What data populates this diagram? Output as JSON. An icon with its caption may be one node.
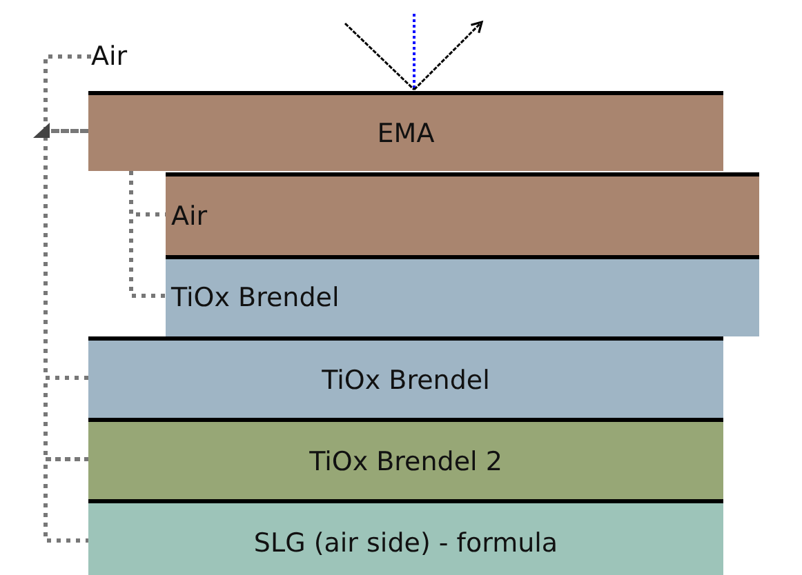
{
  "diagram": {
    "nodes": [
      {
        "text": [
          "Air"
        ]
      },
      {
        "text": [
          "EMA"
        ]
      },
      {
        "text": [
          "Air"
        ]
      },
      {
        "text": [
          "TiOx Brendel"
        ]
      },
      {
        "text": [
          "TiOx Brendel"
        ]
      },
      {
        "text": [
          "TiOx Brendel 2"
        ]
      },
      {
        "text": [
          "SLG (air side) - formula"
        ]
      }
    ],
    "edges": [
      {
        "from": 0,
        "to": 1,
        "arrow": "none",
        "style": "dashed"
      },
      {
        "from": 1,
        "to": 2,
        "arrow": "none",
        "style": "dashed"
      },
      {
        "from": 1,
        "to": 3,
        "arrow": "none",
        "style": "dashed"
      },
      {
        "from": 1,
        "to": 4,
        "arrow": "none",
        "style": "dashed"
      },
      {
        "from": 4,
        "to": 5,
        "arrow": "none",
        "style": "dashed"
      },
      {
        "from": 5,
        "to": 6,
        "arrow": "none",
        "style": "dashed"
      }
    ]
  }
}
